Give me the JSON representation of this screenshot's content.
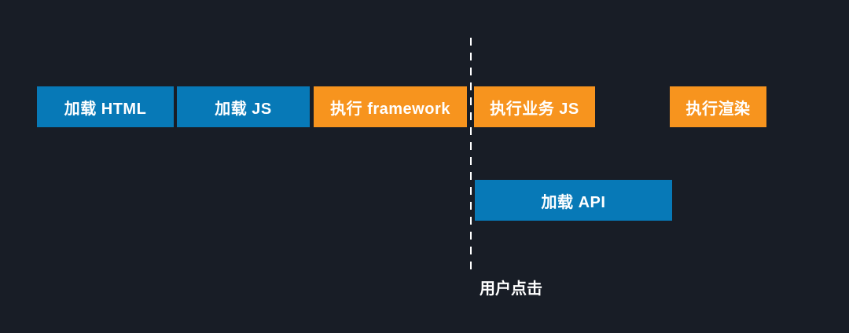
{
  "diagram": {
    "background_color": "#181d26",
    "palette": {
      "load_color": "#0779b7",
      "exec_color": "#f7941e",
      "label_color": "#ffffff",
      "marker_line_color": "#ffffff"
    },
    "blocks": {
      "load_html": {
        "label": "加载 HTML",
        "kind": "load"
      },
      "load_js": {
        "label": "加载 JS",
        "kind": "load"
      },
      "exec_framework": {
        "label": "执行 framework",
        "kind": "exec"
      },
      "exec_business_js": {
        "label": "执行业务 JS",
        "kind": "exec"
      },
      "exec_render": {
        "label": "执行渲染",
        "kind": "exec"
      },
      "load_api": {
        "label": "加载 API",
        "kind": "load"
      }
    },
    "marker": {
      "label": "用户点击"
    }
  }
}
